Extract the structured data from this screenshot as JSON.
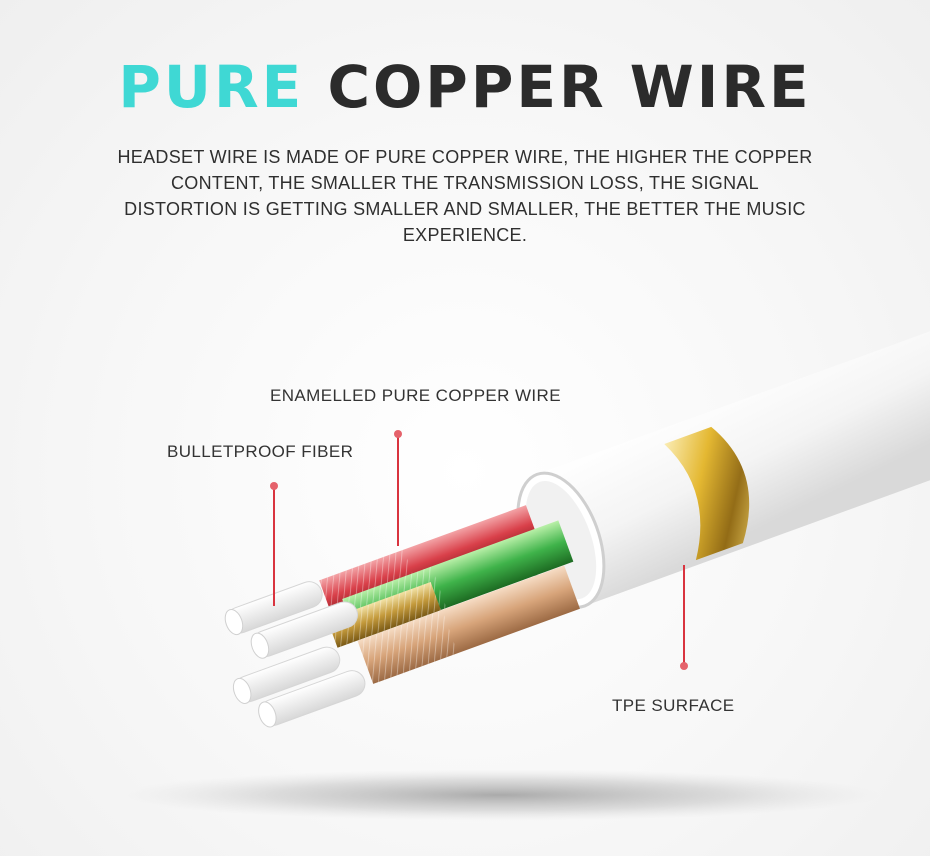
{
  "title": {
    "accent": "PURE",
    "main": "COPPER WIRE"
  },
  "description": "HEADSET WIRE IS MADE OF PURE COPPER WIRE, THE HIGHER THE COPPER CONTENT, THE SMALLER THE TRANSMISSION LOSS, THE SIGNAL DISTORTION IS GETTING SMALLER AND SMALLER, THE BETTER THE MUSIC EXPERIENCE.",
  "callouts": {
    "enamelled": "ENAMELLED PURE COPPER WIRE",
    "fiber": "BULLETPROOF FIBER",
    "tpe": "TPE SURFACE"
  },
  "colors": {
    "accent": "#3fd8d4",
    "title": "#2b2b2b",
    "leader": "#d9343f"
  }
}
